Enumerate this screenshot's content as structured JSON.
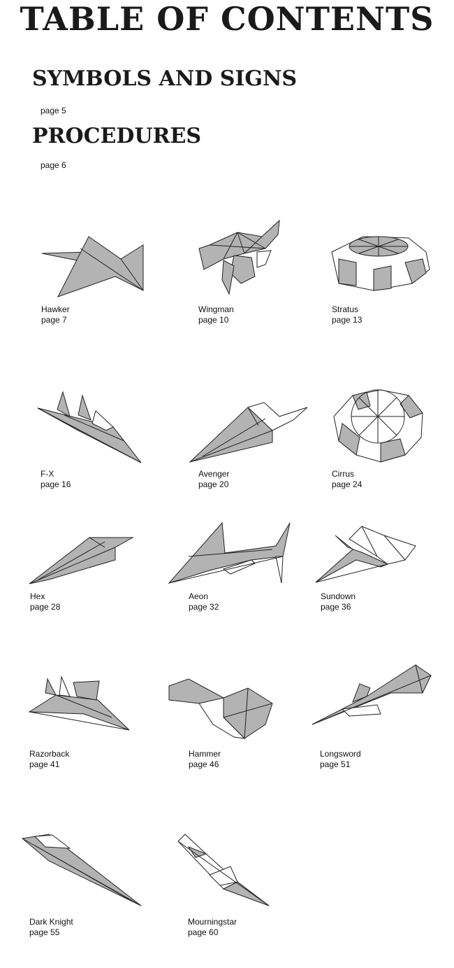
{
  "title": "TABLE OF CONTENTS",
  "sections": [
    {
      "name": "SYMBOLS AND SIGNS",
      "page": "page 5"
    },
    {
      "name": "PROCEDURES",
      "page": "page 6"
    }
  ],
  "models": [
    {
      "name": "Hawker",
      "page": "page 7"
    },
    {
      "name": "Wingman",
      "page": "page 10"
    },
    {
      "name": "Stratus",
      "page": "page 13"
    },
    {
      "name": "F-X",
      "page": "page 16"
    },
    {
      "name": "Avenger",
      "page": "page 20"
    },
    {
      "name": "Cirrus",
      "page": "page 24"
    },
    {
      "name": "Hex",
      "page": "page 28"
    },
    {
      "name": "Aeon",
      "page": "page 32"
    },
    {
      "name": "Sundown",
      "page": "page 36"
    },
    {
      "name": "Razorback",
      "page": "page 41"
    },
    {
      "name": "Hammer",
      "page": "page 46"
    },
    {
      "name": "Longsword",
      "page": "page 51"
    },
    {
      "name": "Dark Knight",
      "page": "page 55"
    },
    {
      "name": "Mourningstar",
      "page": "page 60"
    }
  ],
  "colors": {
    "fold_fill": "#b3b3b3",
    "paper_white": "#ffffff",
    "line": "#222222"
  }
}
